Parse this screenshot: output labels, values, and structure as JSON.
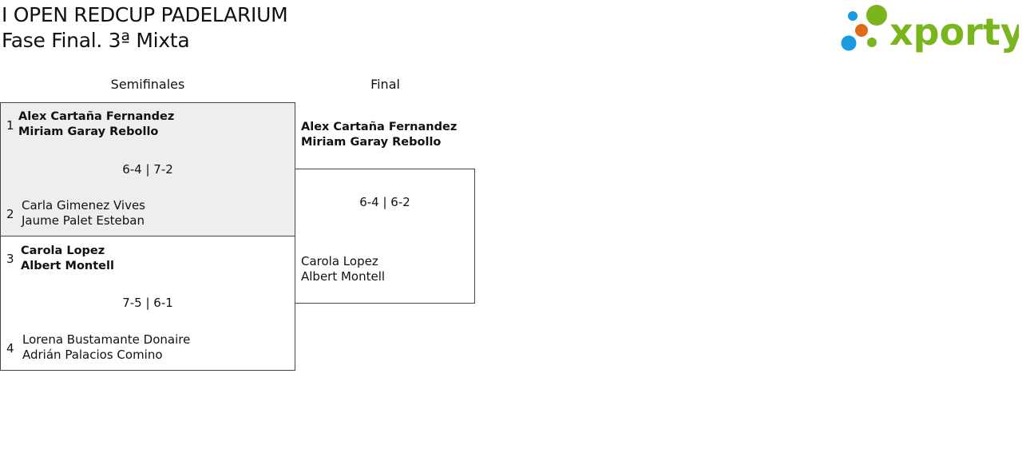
{
  "header": {
    "title": "I OPEN REDCUP PADELARIUM",
    "subtitle": "Fase Final. 3ª Mixta",
    "logo_text": "xporty"
  },
  "colors": {
    "brand_green": "#7ab51d",
    "dot_blue": "#1a9be0",
    "dot_orange": "#e06a18",
    "shaded_bg": "#eeeeee",
    "border": "#444444"
  },
  "columns": {
    "semis": "Semifinales",
    "final": "Final"
  },
  "semifinals": [
    {
      "top": {
        "seed": "1",
        "players": [
          "Alex Cartaña Fernandez",
          "Miriam Garay Rebollo"
        ],
        "winner": true
      },
      "score": "6-4 | 7-2",
      "bottom": {
        "seed": "2",
        "players": [
          "Carla Gimenez Vives",
          "Jaume Palet Esteban"
        ],
        "winner": false
      }
    },
    {
      "top": {
        "seed": "3",
        "players": [
          "Carola Lopez",
          "Albert Montell"
        ],
        "winner": true
      },
      "score": "7-5 | 6-1",
      "bottom": {
        "seed": "4",
        "players": [
          "Lorena Bustamante Donaire",
          "Adrián Palacios Comino"
        ],
        "winner": false
      }
    }
  ],
  "final": {
    "top": {
      "players": [
        "Alex Cartaña Fernandez",
        "Miriam Garay Rebollo"
      ],
      "winner": true
    },
    "score": "6-4 | 6-2",
    "bottom": {
      "players": [
        "Carola Lopez",
        "Albert Montell"
      ],
      "winner": false
    }
  }
}
